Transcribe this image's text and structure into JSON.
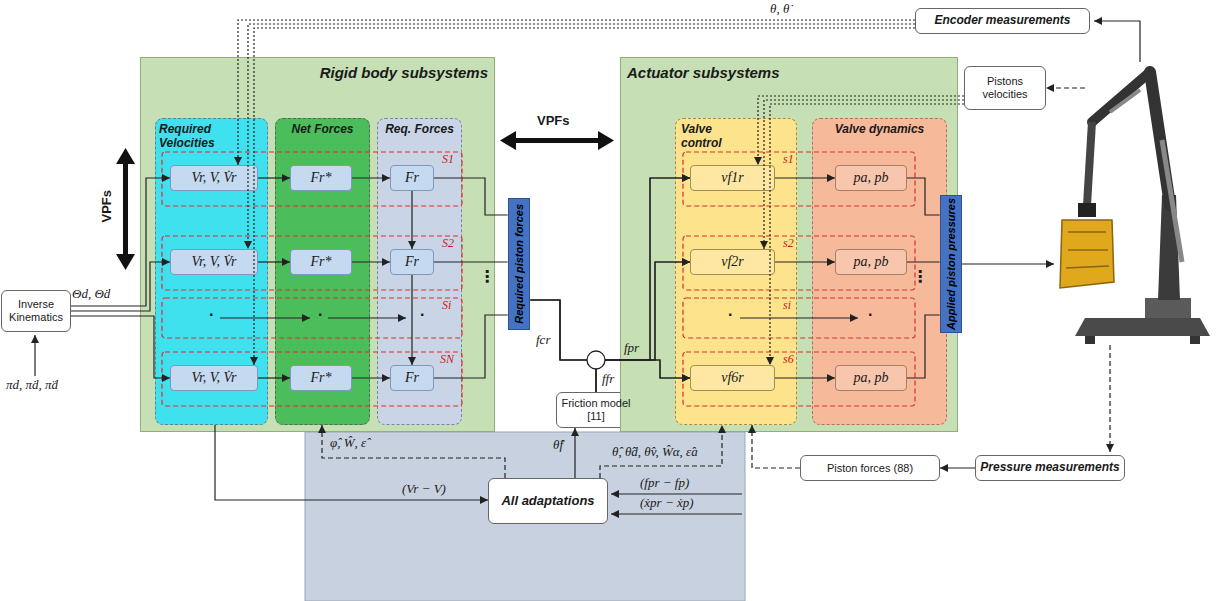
{
  "diagram": {
    "nodes": [
      {
        "text": [
          "Encoder measurements"
        ]
      },
      {
        "text": [
          "Pistons velocities"
        ]
      },
      {
        "text": [
          "Rigid body subsystems"
        ]
      },
      {
        "text": [
          "Required Velocities"
        ],
        "in": 2
      },
      {
        "text": [
          "Net Forces"
        ],
        "in": 2
      },
      {
        "text": [
          "Req. Forces"
        ],
        "in": 2
      },
      {
        "text": [
          "Vr, V, V̇r"
        ],
        "in": 3
      },
      {
        "text": [
          "Fr*"
        ],
        "in": 4
      },
      {
        "text": [
          "Fr"
        ],
        "in": 5
      },
      {
        "text": [
          "Vr, V, V̇r"
        ],
        "in": 3
      },
      {
        "text": [
          "Fr*"
        ],
        "in": 4
      },
      {
        "text": [
          "Fr"
        ],
        "in": 5
      },
      {
        "text": [
          "Vr, V, V̇r"
        ],
        "in": 3
      },
      {
        "text": [
          "Fr*"
        ],
        "in": 4
      },
      {
        "text": [
          "Fr"
        ],
        "in": 5
      },
      {
        "text": [
          "Required piston forces"
        ]
      },
      {
        "text": [
          "Friction model [11]"
        ]
      },
      {
        "text": [
          "Actuator subsystems"
        ]
      },
      {
        "text": [
          "Valve control"
        ],
        "in": 17
      },
      {
        "text": [
          "Valve dynamics"
        ],
        "in": 17
      },
      {
        "text": [
          "vf1r"
        ],
        "in": 18
      },
      {
        "text": [
          "pa, pb"
        ],
        "in": 19
      },
      {
        "text": [
          "vf2r"
        ],
        "in": 18
      },
      {
        "text": [
          "pa, pb"
        ],
        "in": 19
      },
      {
        "text": [
          "vf6r"
        ],
        "in": 18
      },
      {
        "text": [
          "pa, pb"
        ],
        "in": 19
      },
      {
        "text": [
          "Applied piston pressures"
        ]
      },
      {
        "text": [
          "Inverse Kinematics"
        ]
      },
      {
        "text": [
          "All adaptations"
        ]
      },
      {
        "text": [
          "Piston forces (88)"
        ]
      },
      {
        "text": [
          "Pressure measurements"
        ]
      }
    ],
    "edges": [
      {
        "from": 27,
        "to": 6,
        "arrow": "to"
      },
      {
        "from": 27,
        "to": 9,
        "arrow": "to"
      },
      {
        "from": 27,
        "to": 12,
        "arrow": "to"
      },
      {
        "from": 6,
        "to": 7,
        "arrow": "to"
      },
      {
        "from": 7,
        "to": 8,
        "arrow": "to"
      },
      {
        "from": 9,
        "to": 10,
        "arrow": "to"
      },
      {
        "from": 10,
        "to": 11,
        "arrow": "to"
      },
      {
        "from": 12,
        "to": 13,
        "arrow": "to"
      },
      {
        "from": 13,
        "to": 14,
        "arrow": "to"
      },
      {
        "from": 8,
        "to": 11,
        "arrow": "to"
      },
      {
        "from": 11,
        "to": 14,
        "arrow": "to"
      },
      {
        "from": 8,
        "to": 15,
        "arrow": "none"
      },
      {
        "from": 11,
        "to": 15,
        "arrow": "none"
      },
      {
        "from": 14,
        "to": 15,
        "arrow": "none"
      },
      {
        "from": 15,
        "to": 20,
        "arrow": "to"
      },
      {
        "from": 15,
        "to": 22,
        "arrow": "to"
      },
      {
        "from": 15,
        "to": 24,
        "arrow": "to"
      },
      {
        "from": 16,
        "to": 20,
        "arrow": "to"
      },
      {
        "from": 16,
        "to": 22,
        "arrow": "to"
      },
      {
        "from": 16,
        "to": 24,
        "arrow": "to"
      },
      {
        "from": 20,
        "to": 21,
        "arrow": "to"
      },
      {
        "from": 22,
        "to": 23,
        "arrow": "to"
      },
      {
        "from": 24,
        "to": 25,
        "arrow": "to"
      },
      {
        "from": 21,
        "to": 26,
        "arrow": "none"
      },
      {
        "from": 23,
        "to": 26,
        "arrow": "none"
      },
      {
        "from": 25,
        "to": 26,
        "arrow": "none"
      },
      {
        "from": 0,
        "to": 6,
        "arrow": "to"
      },
      {
        "from": 0,
        "to": 9,
        "arrow": "to"
      },
      {
        "from": 0,
        "to": 12,
        "arrow": "to"
      },
      {
        "from": 1,
        "to": 20,
        "arrow": "to"
      },
      {
        "from": 1,
        "to": 22,
        "arrow": "to"
      },
      {
        "from": 1,
        "to": 24,
        "arrow": "to"
      },
      {
        "from": 3,
        "to": 28,
        "arrow": "to"
      },
      {
        "from": 28,
        "to": 4,
        "arrow": "to"
      },
      {
        "from": 28,
        "to": 16,
        "arrow": "to"
      },
      {
        "from": 28,
        "to": 18,
        "arrow": "to"
      },
      {
        "from": 30,
        "to": 29,
        "arrow": "to"
      },
      {
        "from": 29,
        "to": 18,
        "arrow": "to"
      }
    ],
    "labels": [
      "θ, θ̇",
      "VPFs",
      "VPFs",
      "Θd, Θ̇d",
      "πd, π̇d, π̈d",
      "S1",
      "S2",
      "Si",
      "SN",
      ".",
      ".",
      ".",
      "⋮",
      "s1",
      "s2",
      "si",
      "s6",
      ".",
      ".",
      "⋮",
      "fcr",
      "fpr",
      "ffr",
      "φ̂, Ŵ, ε̂",
      "θ̂f",
      "θ̂, θ̂d, θ̂v, Ŵα, ε̂a",
      "(Vr − V)",
      "(fpr − fp)",
      "(ẋpr − ẋp)"
    ]
  }
}
